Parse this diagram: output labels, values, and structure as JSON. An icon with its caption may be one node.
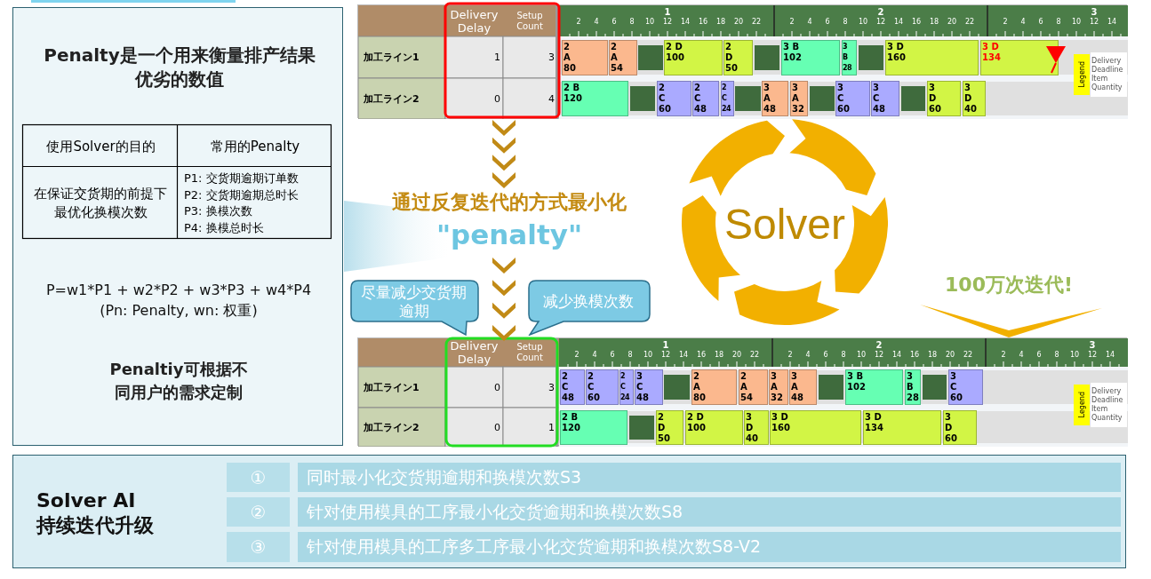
{
  "diagram": {
    "nodes": [
      {
        "text": [
          "Penalty是一个用来衡量排产结果优劣的数值",
          "P=w1*P1 + w2*P2 + w3*P3 + w4*P4",
          "(Pn: Penalty, wn: 权重)",
          "Penaltiy可根据不同用户的需求定制"
        ]
      },
      {
        "text": [],
        "shape": "box"
      },
      {
        "text": [
          "2 A 80"
        ],
        "in": 1
      },
      {
        "text": [
          "2 A 54"
        ],
        "in": 1
      },
      {
        "text": [],
        "shape": "bar",
        "in": 1
      },
      {
        "text": [
          "2 D 100"
        ],
        "in": 1
      },
      {
        "text": [
          "2 D 50"
        ],
        "in": 1
      },
      {
        "text": [],
        "shape": "bar",
        "in": 1
      },
      {
        "text": [
          "3 B 102"
        ],
        "in": 1
      },
      {
        "text": [
          "3 B 28"
        ],
        "in": 1
      },
      {
        "text": [],
        "shape": "bar",
        "in": 1
      },
      {
        "text": [
          "3 D 160"
        ],
        "in": 1
      },
      {
        "text": [
          "3 D 134"
        ],
        "in": 1
      },
      {
        "text": [
          "2 B 120"
        ],
        "in": 1
      },
      {
        "text": [],
        "shape": "bar",
        "in": 1
      },
      {
        "text": [
          "2 C 60"
        ],
        "in": 1
      },
      {
        "text": [
          "2 C 48"
        ],
        "in": 1
      },
      {
        "text": [
          "2 C 24"
        ],
        "in": 1
      },
      {
        "text": [],
        "shape": "bar",
        "in": 1
      },
      {
        "text": [
          "3 A 48"
        ],
        "in": 1
      },
      {
        "text": [
          "3 A 32"
        ],
        "in": 1
      },
      {
        "text": [],
        "shape": "bar",
        "in": 1
      },
      {
        "text": [
          "3 C 60"
        ],
        "in": 1
      },
      {
        "text": [
          "3 C 48"
        ],
        "in": 1
      },
      {
        "text": [],
        "shape": "bar",
        "in": 1
      },
      {
        "text": [
          "3 D 60"
        ],
        "in": 1
      },
      {
        "text": [
          "3 D 40"
        ],
        "in": 1
      },
      {
        "text": [
          "通过反复迭代的方式最小化",
          "\"penalty\""
        ]
      },
      {
        "text": [
          "Solver"
        ]
      },
      {
        "text": [
          "尽量减少交货期逾期"
        ]
      },
      {
        "text": [
          "减少换模次数"
        ]
      },
      {
        "text": [],
        "shape": "box"
      },
      {
        "text": [
          "2 C 48"
        ],
        "in": 31
      },
      {
        "text": [
          "2 C 60"
        ],
        "in": 31
      },
      {
        "text": [
          "2 C 24"
        ],
        "in": 31
      },
      {
        "text": [
          "3 C 48"
        ],
        "in": 31
      },
      {
        "text": [],
        "shape": "bar",
        "in": 31
      },
      {
        "text": [
          "2 A 80"
        ],
        "in": 31
      },
      {
        "text": [
          "2 A 54"
        ],
        "in": 31
      },
      {
        "text": [
          "3 A 32"
        ],
        "in": 31
      },
      {
        "text": [
          "3 A 48"
        ],
        "in": 31
      },
      {
        "text": [],
        "shape": "bar",
        "in": 31
      },
      {
        "text": [
          "3 B 102"
        ],
        "in": 31
      },
      {
        "text": [
          "3 B 28"
        ],
        "in": 31
      },
      {
        "text": [],
        "shape": "bar",
        "in": 31
      },
      {
        "text": [
          "3 C 60"
        ],
        "in": 31
      },
      {
        "text": [
          "2 B 120"
        ],
        "in": 31
      },
      {
        "text": [],
        "shape": "bar",
        "in": 31
      },
      {
        "text": [
          "2 D 50"
        ],
        "in": 31
      },
      {
        "text": [
          "2 D 100"
        ],
        "in": 31
      },
      {
        "text": [
          "3 D 40"
        ],
        "in": 31
      },
      {
        "text": [
          "3 D 160"
        ],
        "in": 31
      },
      {
        "text": [
          "3 D 134"
        ],
        "in": 31
      },
      {
        "text": [
          "3 D 60"
        ],
        "in": 31
      },
      {
        "text": [
          "Solver AI 持续迭代升级"
        ]
      },
      {
        "text": [
          "①"
        ],
        "in": 54
      },
      {
        "text": [
          "同时最小化交货期逾期和换模次数S3"
        ],
        "in": 54
      },
      {
        "text": [
          "②"
        ],
        "in": 54
      },
      {
        "text": [
          "针对使用模具的工序最小化交货逾期和换模次数S8"
        ],
        "in": 54
      },
      {
        "text": [
          "③"
        ],
        "in": 54
      },
      {
        "text": [
          "针对使用模具的工序多工序最小化交货逾期和换模次数S8-V2"
        ],
        "in": 54
      },
      {
        "text": [],
        "shape": "wedge"
      }
    ],
    "edges": [
      {
        "from": 1,
        "to": 27,
        "arrow": "to"
      },
      {
        "from": 27,
        "to": 31,
        "arrow": "to"
      }
    ],
    "labels": [
      "使用Solver的目的",
      "常用的Penalty",
      "在保证交货期的前提下最优化换模次数",
      "P1: 交货期逾期订单数",
      "P2: 交货期逾期总时长",
      "P3: 换模次数",
      "P4: 换模总时长",
      "Delivery Delay",
      "Setup Count",
      "1",
      "2",
      "4",
      "6",
      "8",
      "10",
      "12",
      "14",
      "16",
      "18",
      "20",
      "22",
      "2",
      "2",
      "4",
      "6",
      "8",
      "10",
      "12",
      "14",
      "16",
      "18",
      "20",
      "22",
      "3",
      "2",
      "4",
      "6",
      "8",
      "10",
      "12",
      "14",
      "加工ライン1",
      "1",
      "3",
      "加工ライン2",
      "0",
      "4",
      "Legend",
      "Delivery Deadline Item Quantity",
      "100万次迭代!",
      "Delivery Delay",
      "Setup Count",
      "1",
      "2",
      "4",
      "6",
      "8",
      "10",
      "12",
      "14",
      "16",
      "18",
      "20",
      "22",
      "2",
      "2",
      "4",
      "6",
      "8",
      "10",
      "12",
      "14",
      "16",
      "18",
      "20",
      "22",
      "3",
      "2",
      "4",
      "6",
      "8",
      "10",
      "12",
      "14",
      "加工ライン1",
      "0",
      "3",
      "加工ライン2",
      "0",
      "1",
      "Legend",
      "Delivery Deadline Item Quantity"
    ]
  }
}
